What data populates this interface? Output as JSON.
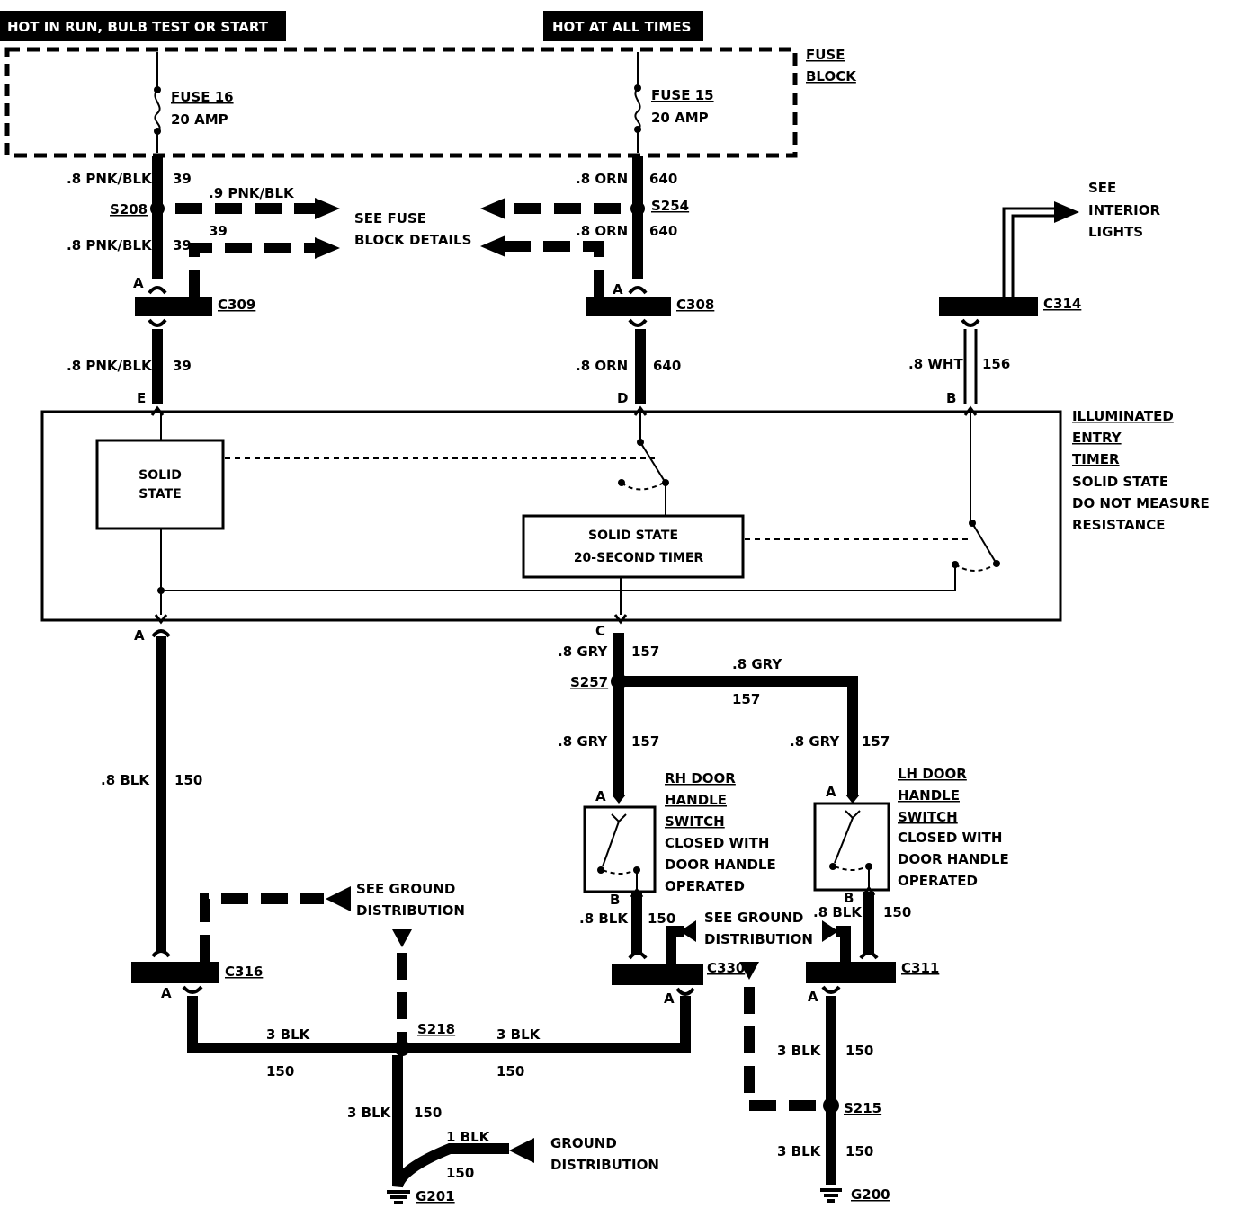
{
  "headers": {
    "hot_run": "HOT IN RUN, BULB TEST OR START",
    "hot_always": "HOT AT ALL TIMES"
  },
  "fuse_block": {
    "line1": "FUSE",
    "line2": "BLOCK"
  },
  "fuses": [
    {
      "name": "FUSE 16",
      "rating": "20 AMP"
    },
    {
      "name": "FUSE 15",
      "rating": "20 AMP"
    }
  ],
  "wires": {
    "pnk_blk": ".8 PNK/BLK",
    "pnk_blk_alt": ".9 PNK/BLK",
    "c39": "39",
    "orn": ".8 ORN",
    "c640": "640",
    "wht": ".8 WHT",
    "c156": "156",
    "gry": ".8 GRY",
    "c157": "157",
    "blk": ".8 BLK",
    "c150": "150",
    "blk3": "3 BLK",
    "blk1": "1 BLK"
  },
  "splices": {
    "s208": "S208",
    "s254": "S254",
    "s257": "S257",
    "s218": "S218",
    "s215": "S215"
  },
  "connectors": {
    "c309": "C309",
    "c308": "C308",
    "c314": "C314",
    "c316": "C316",
    "c330": "C330",
    "c311": "C311"
  },
  "grounds": {
    "g201": "G201",
    "g200": "G200"
  },
  "pins": {
    "a": "A",
    "b": "B",
    "c": "C",
    "d": "D",
    "e": "E"
  },
  "see": {
    "fuse_line1": "SEE FUSE",
    "fuse_line2": "BLOCK DETAILS",
    "interior_line1": "SEE",
    "interior_line2": "INTERIOR",
    "interior_line3": "LIGHTS",
    "ground_line1": "SEE GROUND",
    "ground_line2": "DISTRIBUTION",
    "gnd_line1": "GROUND",
    "gnd_line2": "DISTRIBUTION"
  },
  "timer": {
    "title1": "ILLUMINATED",
    "title2": "ENTRY",
    "title3": "TIMER",
    "note1": "SOLID STATE",
    "note2": "DO NOT MEASURE",
    "note3": "RESISTANCE",
    "solid_state1": "SOLID",
    "solid_state2": "STATE",
    "timer1": "SOLID STATE",
    "timer2": "20-SECOND TIMER"
  },
  "switches": {
    "rh1": "RH DOOR",
    "rh2": "HANDLE",
    "rh3": "SWITCH",
    "lh1": "LH DOOR",
    "lh2": "HANDLE",
    "lh3": "SWITCH",
    "note1": "CLOSED WITH",
    "note2": "DOOR HANDLE",
    "note3": "OPERATED"
  }
}
